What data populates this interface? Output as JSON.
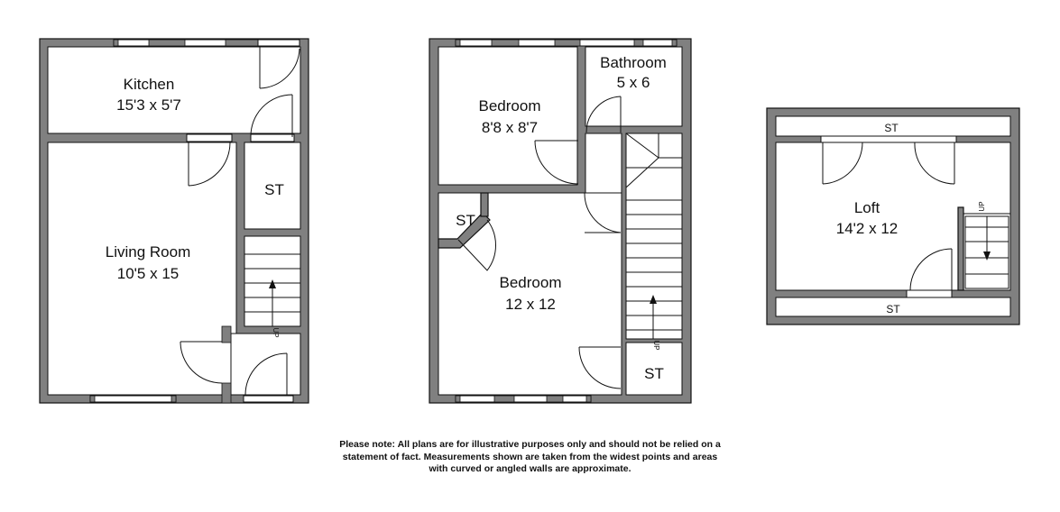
{
  "ground_floor": {
    "kitchen": {
      "name": "Kitchen",
      "size": "15'3 x 5'7"
    },
    "living_room": {
      "name": "Living Room",
      "size": "10'5 x 15"
    },
    "store": "ST",
    "stairs_up": "UP"
  },
  "first_floor": {
    "bedroom_small": {
      "name": "Bedroom",
      "size": "8'8 x 8'7"
    },
    "bathroom": {
      "name": "Bathroom",
      "size": "5 x 6"
    },
    "bedroom_large": {
      "name": "Bedroom",
      "size": "12 x 12"
    },
    "store_left": "ST",
    "store_right": "ST",
    "stairs_up": "UP"
  },
  "loft": {
    "room": {
      "name": "Loft",
      "size": "14'2 x 12"
    },
    "store_top": "ST",
    "store_bottom": "ST",
    "stairs_up": "UP"
  },
  "disclaimer": {
    "line1": "Please note: All plans are for illustrative purposes only and should not be relied on a",
    "line2": "statement of fact. Measurements shown are taken from the widest points and areas",
    "line3": "with curved or angled walls are approximate."
  }
}
